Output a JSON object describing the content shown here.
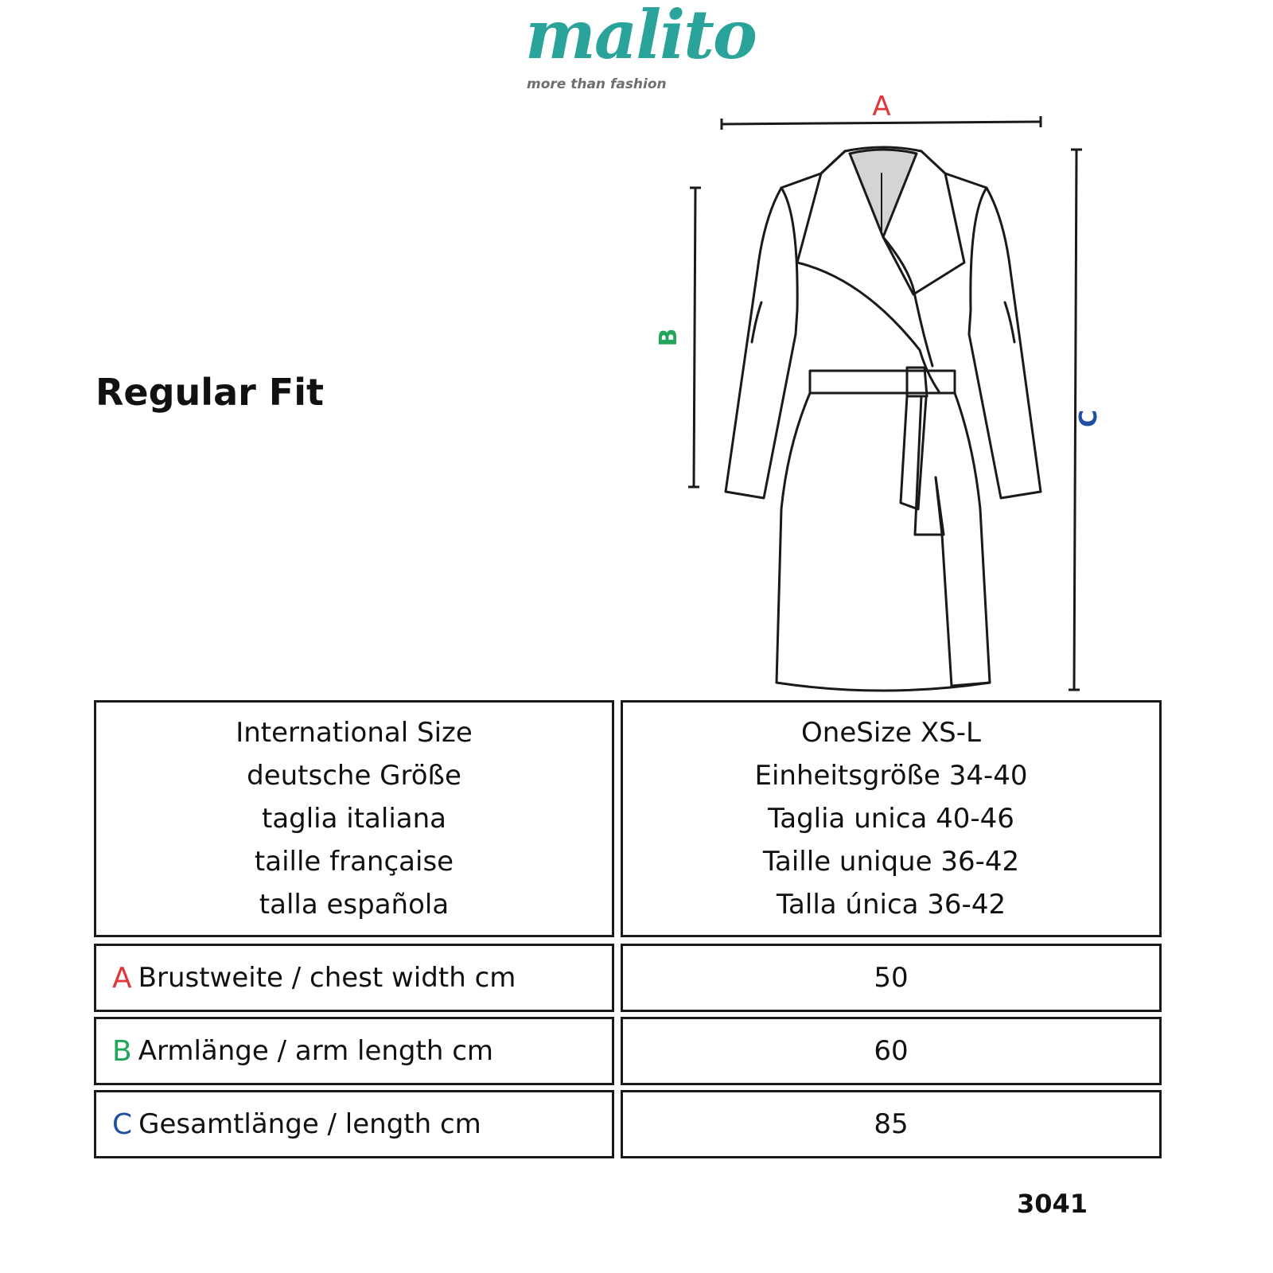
{
  "brand": {
    "name": "malito",
    "tagline": "more than fashion",
    "color": "#2aa39a"
  },
  "fit_label": "Regular Fit",
  "measure_colors": {
    "A": "#e0353b",
    "B": "#22a65a",
    "C": "#1f4fa3"
  },
  "diagram_labels": {
    "A": "A",
    "B": "B",
    "C": "C"
  },
  "size_table": {
    "header_left": [
      "International Size",
      "deutsche Größe",
      "taglia italiana",
      "taille française",
      "talla española"
    ],
    "header_right": [
      "OneSize XS-L",
      "Einheitsgröße 34-40",
      "Taglia unica 40-46",
      "Taille unique 36-42",
      "Talla única 36-42"
    ],
    "rows": [
      {
        "letter": "A",
        "label": "Brustweite / chest width cm",
        "value": "50"
      },
      {
        "letter": "B",
        "label": "Armlänge / arm length cm",
        "value": "60"
      },
      {
        "letter": "C",
        "label": "Gesamtlänge / length cm",
        "value": "85"
      }
    ]
  },
  "article_number": "3041"
}
